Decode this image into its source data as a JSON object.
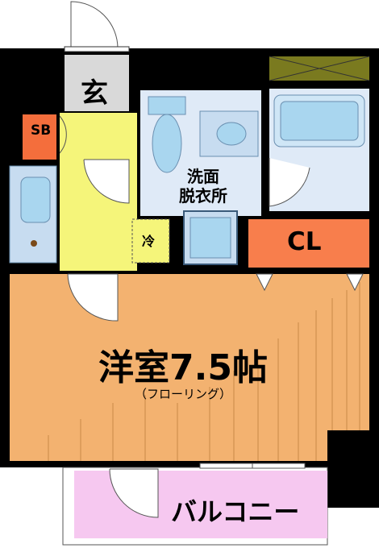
{
  "labels": {
    "genkan": "玄",
    "sb": "SB",
    "senmen_line1": "洗面",
    "senmen_line2": "脱衣所",
    "reizouko": "冷",
    "closet": "CL",
    "room": "洋室7.5帖",
    "flooring": "（フローリング）",
    "balcony": "バルコニー"
  },
  "colors": {
    "wall": "#000000",
    "genkan": "#d9d9d9",
    "sb": "#f46e3c",
    "hallway": "#f5f57a",
    "kitchen": "#c7dcf0",
    "senmen": "#dfeaf7",
    "bath": "#cfe6f6",
    "fixture": "#a9d6ef",
    "closet": "#f87e4c",
    "room": "#f3b270",
    "balcony": "#f6c8f0",
    "vent": "#7a7a1f"
  }
}
